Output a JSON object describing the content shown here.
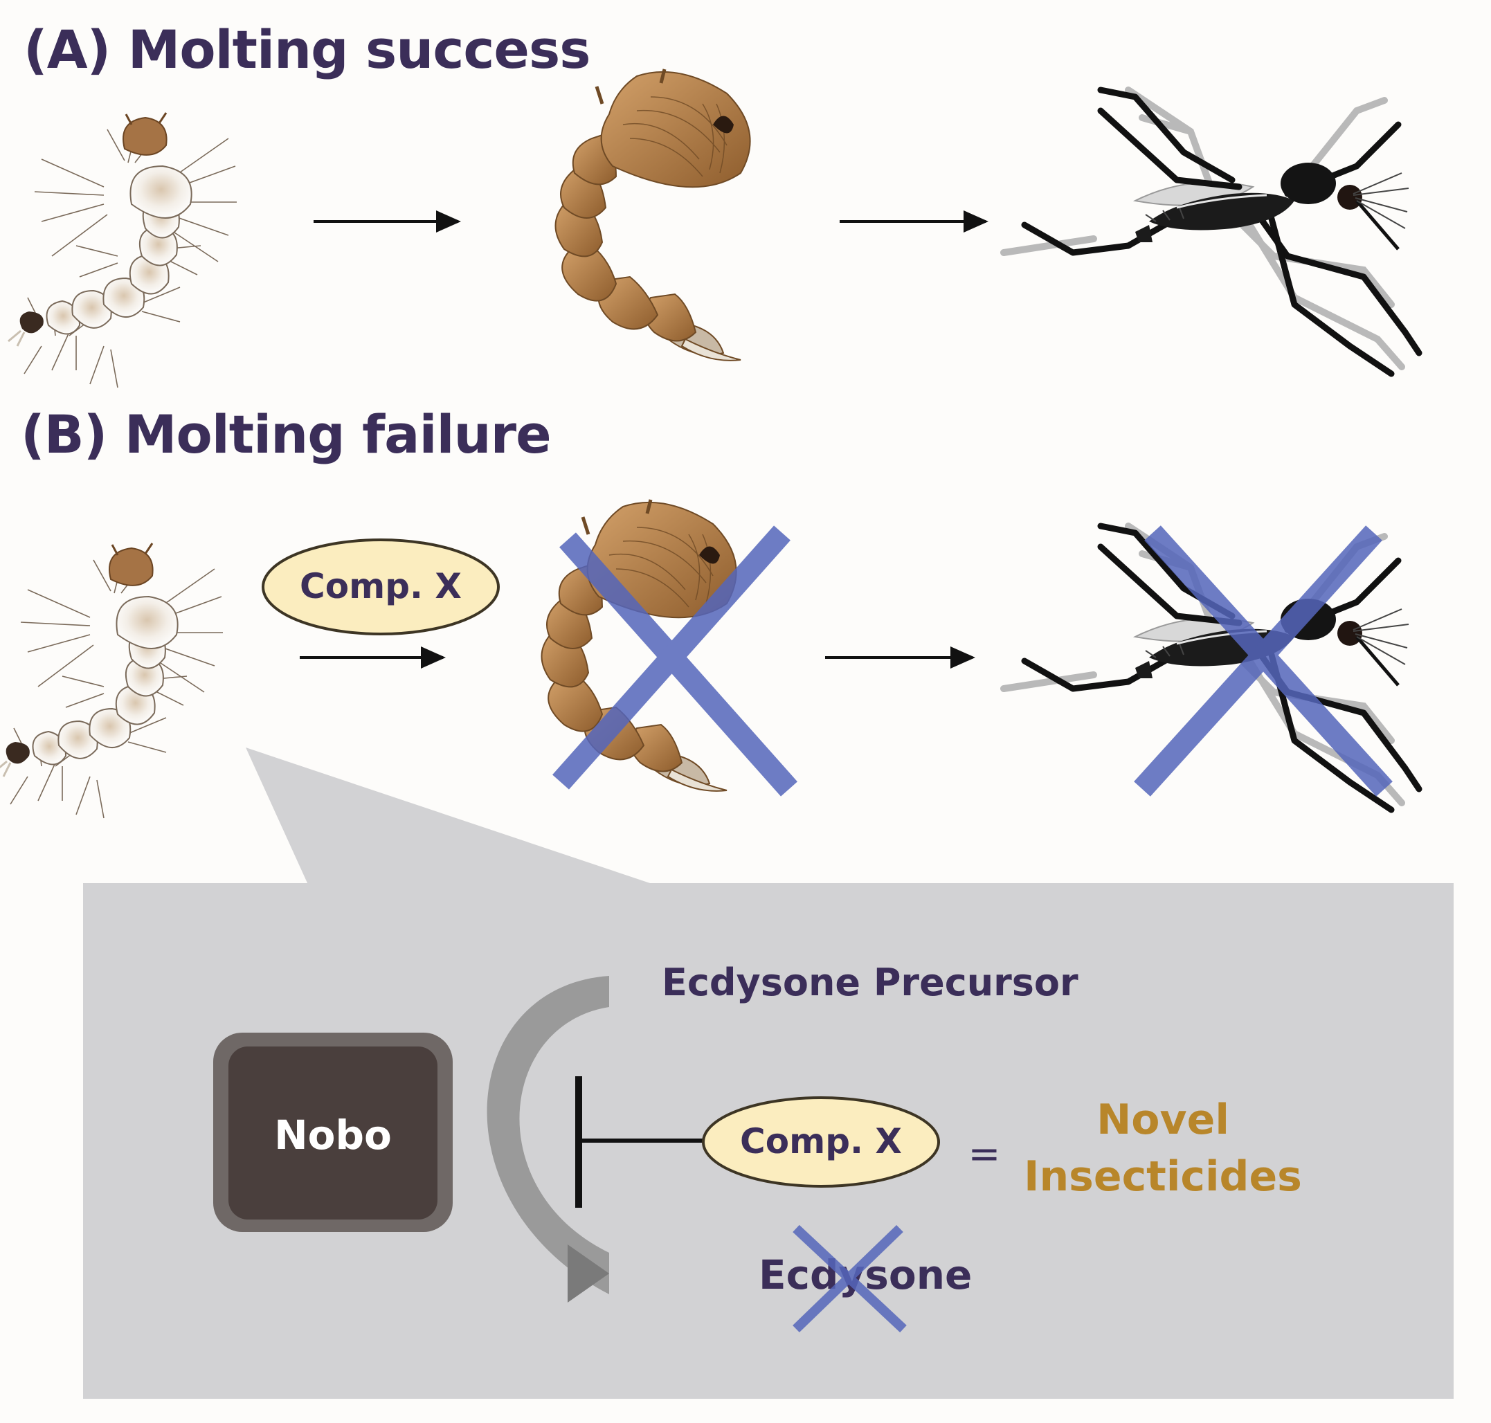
{
  "panel_a": {
    "heading": "(A) Molting success"
  },
  "panel_b": {
    "heading": "(B) Molting failure",
    "compound_badge": "Comp. X"
  },
  "inset": {
    "enzyme": "Nobo",
    "precursor": "Ecdysone Precursor",
    "inhibitor": "Comp. X",
    "equals_sign": "=",
    "result_line1": "Novel",
    "result_line2": "Insecticides",
    "product": "Ecdysone"
  },
  "colors": {
    "title_purple": "#3b2e59",
    "result_gold": "#b8862a",
    "cross_blue": "#5566bb",
    "badge_fill": "#fbedbf",
    "badge_stroke": "#3d3524",
    "inset_bg": "#d2d2d4",
    "enzyme_fill": "#4a3f3d",
    "enzyme_frame": "#6f6866"
  }
}
